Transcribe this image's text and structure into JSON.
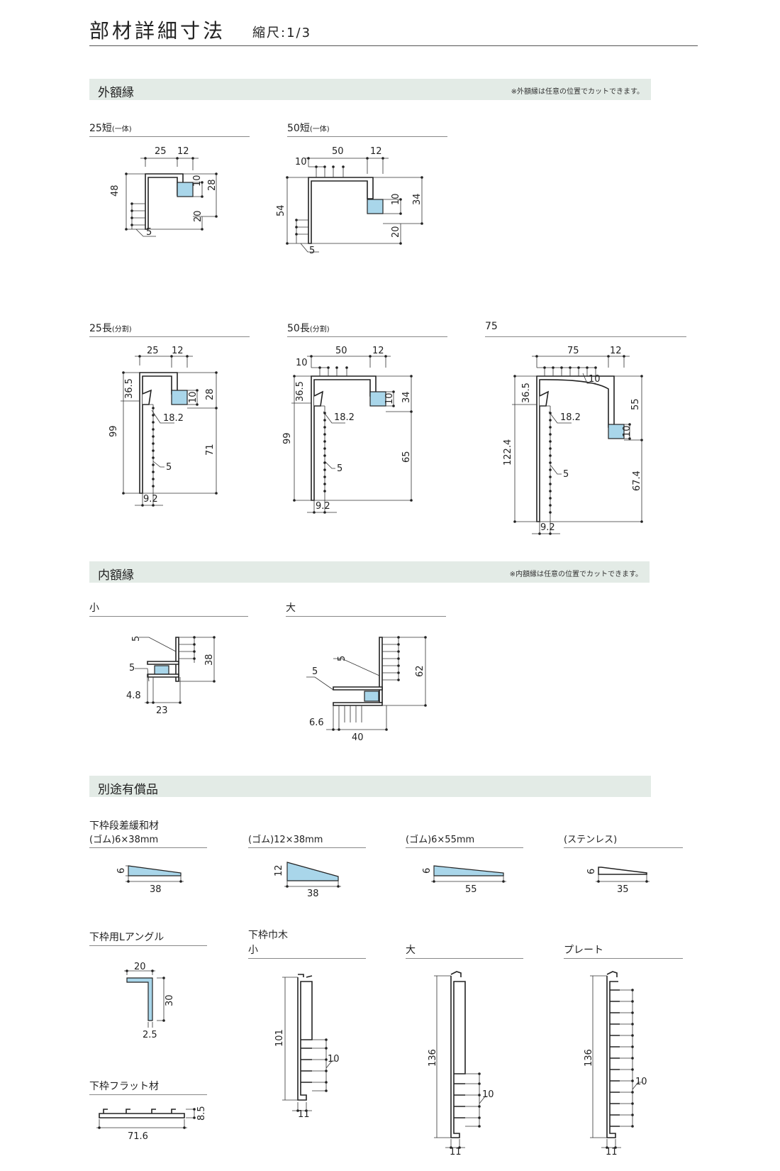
{
  "page": {
    "title": "部材詳細寸法",
    "scale": "縮尺:1/3"
  },
  "sections": {
    "outer": {
      "label": "外額縁",
      "note": "※外額縁は任意の位置でカットできます。"
    },
    "inner": {
      "label": "内額縁",
      "note": "※内額縁は任意の位置でカットできます。"
    },
    "extra": {
      "label": "別途有償品"
    }
  },
  "outer_frames": [
    {
      "name": "25短",
      "suffix": "(一体)",
      "dims": {
        "w1": "25",
        "w2": "12",
        "h": "48",
        "a": "10",
        "b": "28",
        "c": "20",
        "d": "5"
      }
    },
    {
      "name": "50短",
      "suffix": "(一体)",
      "dims": {
        "w0": "10",
        "w1": "50",
        "w2": "12",
        "h": "54",
        "a": "10",
        "b": "34",
        "c": "20",
        "d": "5"
      }
    },
    {
      "name": "25長",
      "suffix": "(分割)",
      "dims": {
        "w1": "25",
        "w2": "12",
        "h1": "36.5",
        "h": "99",
        "a": "10",
        "b": "28",
        "c": "71",
        "d": "18.2",
        "e": "5",
        "f": "9.2"
      }
    },
    {
      "name": "50長",
      "suffix": "(分割)",
      "dims": {
        "w0": "10",
        "w1": "50",
        "w2": "12",
        "h1": "36.5",
        "h": "99",
        "a": "10",
        "b": "34",
        "c": "65",
        "d": "18.2",
        "e": "5",
        "f": "9.2"
      }
    },
    {
      "name": "75",
      "suffix": "",
      "dims": {
        "w1": "75",
        "w2": "12",
        "r": "10",
        "h1": "36.5",
        "h": "122.4",
        "a": "10",
        "b": "55",
        "c": "67.4",
        "d": "18.2",
        "e": "5",
        "f": "9.2"
      }
    }
  ],
  "inner_frames": [
    {
      "name": "小",
      "dims": {
        "a": "5",
        "b": "5",
        "c": "38",
        "d": "4.8",
        "e": "23"
      }
    },
    {
      "name": "大",
      "dims": {
        "a": "5",
        "b": "5",
        "c": "62",
        "d": "6.6",
        "e": "40"
      }
    }
  ],
  "extras": {
    "sill_group": "下枠段差緩和材",
    "sill": [
      {
        "name": "(ゴム)6×38mm",
        "h": "6",
        "w": "38"
      },
      {
        "name": "(ゴム)12×38mm",
        "h": "12",
        "w": "38"
      },
      {
        "name": "(ゴム)6×55mm",
        "h": "6",
        "w": "55"
      },
      {
        "name": "(ステンレス)",
        "h": "6",
        "w": "35"
      }
    ],
    "l_angle": {
      "name": "下枠用Lアングル",
      "w": "20",
      "h": "30",
      "t": "2.5"
    },
    "flat": {
      "name": "下枠フラット材",
      "w": "71.6",
      "h": "8.5"
    },
    "baseboard_group": "下枠巾木",
    "baseboards": [
      {
        "name": "小",
        "h": "101",
        "p": "10",
        "w": "11"
      },
      {
        "name": "大",
        "h": "136",
        "p": "10",
        "w": "11"
      },
      {
        "name": "プレート",
        "h": "136",
        "p": "10",
        "w": "11"
      }
    ]
  }
}
